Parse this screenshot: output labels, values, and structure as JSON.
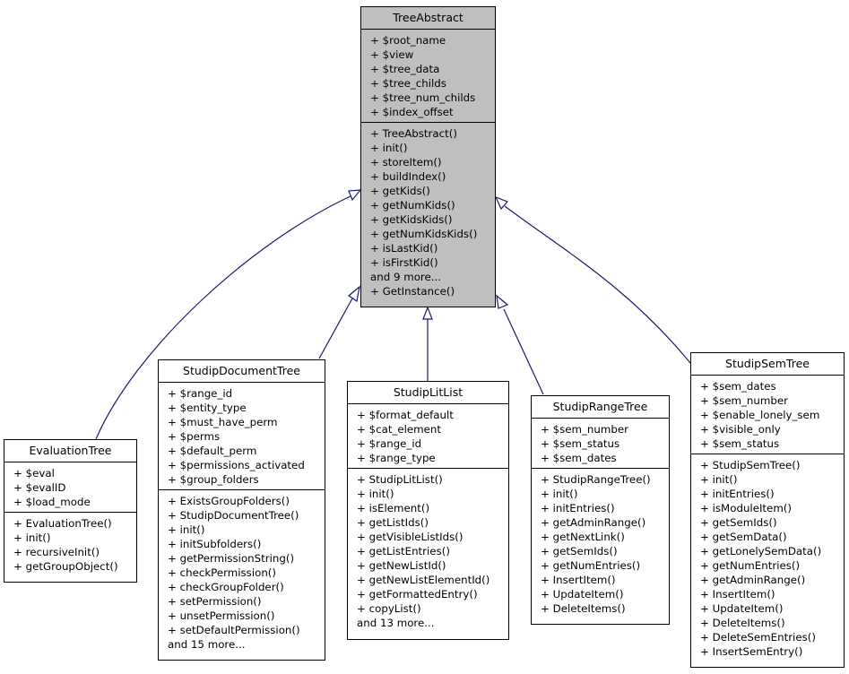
{
  "classes": {
    "tree_abstract": {
      "name": "TreeAbstract",
      "attributes": [
        "+ $root_name",
        "+ $view",
        "+ $tree_data",
        "+ $tree_childs",
        "+ $tree_num_childs",
        "+ $index_offset"
      ],
      "methods": [
        "+ TreeAbstract()",
        "+ init()",
        "+ storeItem()",
        "+ buildIndex()",
        "+ getKids()",
        "+ getNumKids()",
        "+ getKidsKids()",
        "+ getNumKidsKids()",
        "+ isLastKid()",
        "+ isFirstKid()",
        "and 9 more...",
        "+ GetInstance()"
      ]
    },
    "evaluation_tree": {
      "name": "EvaluationTree",
      "attributes": [
        "+ $eval",
        "+ $evalID",
        "+ $load_mode"
      ],
      "methods": [
        "+ EvaluationTree()",
        "+ init()",
        "+ recursiveInit()",
        "+ getGroupObject()"
      ]
    },
    "studip_document_tree": {
      "name": "StudipDocumentTree",
      "attributes": [
        "+ $range_id",
        "+ $entity_type",
        "+ $must_have_perm",
        "+ $perms",
        "+ $default_perm",
        "+ $permissions_activated",
        "+ $group_folders"
      ],
      "methods": [
        "+ ExistsGroupFolders()",
        "+ StudipDocumentTree()",
        "+ init()",
        "+ initSubfolders()",
        "+ getPermissionString()",
        "+ checkPermission()",
        "+ checkGroupFolder()",
        "+ setPermission()",
        "+ unsetPermission()",
        "+ setDefaultPermission()",
        "and 15 more..."
      ]
    },
    "studip_lit_list": {
      "name": "StudipLitList",
      "attributes": [
        "+ $format_default",
        "+ $cat_element",
        "+ $range_id",
        "+ $range_type"
      ],
      "methods": [
        "+ StudipLitList()",
        "+ init()",
        "+ isElement()",
        "+ getListIds()",
        "+ getVisibleListIds()",
        "+ getListEntries()",
        "+ getNewListId()",
        "+ getNewListElementId()",
        "+ getFormattedEntry()",
        "+ copyList()",
        "and 13 more..."
      ]
    },
    "studip_range_tree": {
      "name": "StudipRangeTree",
      "attributes": [
        "+ $sem_number",
        "+ $sem_status",
        "+ $sem_dates"
      ],
      "methods": [
        "+ StudipRangeTree()",
        "+ init()",
        "+ initEntries()",
        "+ getAdminRange()",
        "+ getNextLink()",
        "+ getSemIds()",
        "+ getNumEntries()",
        "+ InsertItem()",
        "+ UpdateItem()",
        "+ DeleteItems()"
      ]
    },
    "studip_sem_tree": {
      "name": "StudipSemTree",
      "attributes": [
        "+ $sem_dates",
        "+ $sem_number",
        "+ $enable_lonely_sem",
        "+ $visible_only",
        "+ $sem_status"
      ],
      "methods": [
        "+ StudipSemTree()",
        "+ init()",
        "+ initEntries()",
        "+ isModuleItem()",
        "+ getSemIds()",
        "+ getSemData()",
        "+ getLonelySemData()",
        "+ getNumEntries()",
        "+ getAdminRange()",
        "+ InsertItem()",
        "+ UpdateItem()",
        "+ DeleteItems()",
        "+ DeleteSemEntries()",
        "+ InsertSemEntry()"
      ]
    }
  },
  "colors": {
    "edge": "#191970",
    "base_fill": "#bfbfbf",
    "box_fill": "#ffffff",
    "border": "#000000"
  }
}
